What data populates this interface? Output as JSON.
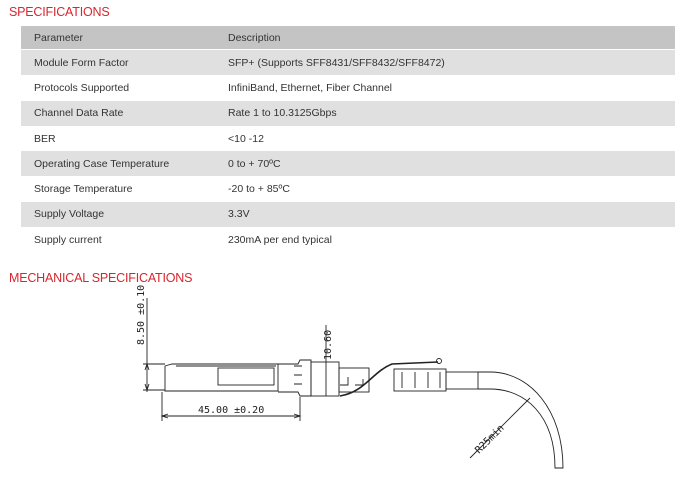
{
  "specifications": {
    "title": "SPECIFICATIONS",
    "headers": [
      "Parameter",
      "Description"
    ],
    "rows": [
      [
        "Module Form Factor",
        "SFP+ (Supports SFF8431/SFF8432/SFF8472)"
      ],
      [
        "Protocols Supported",
        "InfiniBand, Ethernet, Fiber Channel"
      ],
      [
        "Channel Data Rate",
        "Rate 1 to 10.3125Gbps"
      ],
      [
        "BER",
        "<10 -12"
      ],
      [
        "Operating Case Temperature",
        "0 to + 70ºC"
      ],
      [
        "Storage Temperature",
        "-20 to + 85ºC"
      ],
      [
        "Supply Voltage",
        "3.3V"
      ],
      [
        "Supply current",
        "230mA per end typical"
      ]
    ]
  },
  "mechanical": {
    "title": "MECHANICAL SPECIFICATIONS",
    "dimensions": {
      "height": "8.50 ±0.10",
      "length": "45.00 ±0.20",
      "connector_height": "10.60",
      "bend_radius": "R25min"
    }
  },
  "colors": {
    "accent": "#d8262e",
    "header_bg": "#c4c4c4",
    "row_alt_bg": "#e0e0e0"
  }
}
